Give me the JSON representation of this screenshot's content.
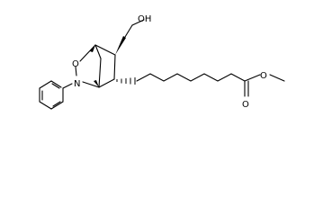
{
  "molecule": {
    "atoms": {
      "oxygen_ring": "O",
      "nitrogen_ring": "N",
      "hydroxyl": "OH",
      "ester_carbonyl_oxygen": "O",
      "ester_oxygen": "O"
    }
  }
}
